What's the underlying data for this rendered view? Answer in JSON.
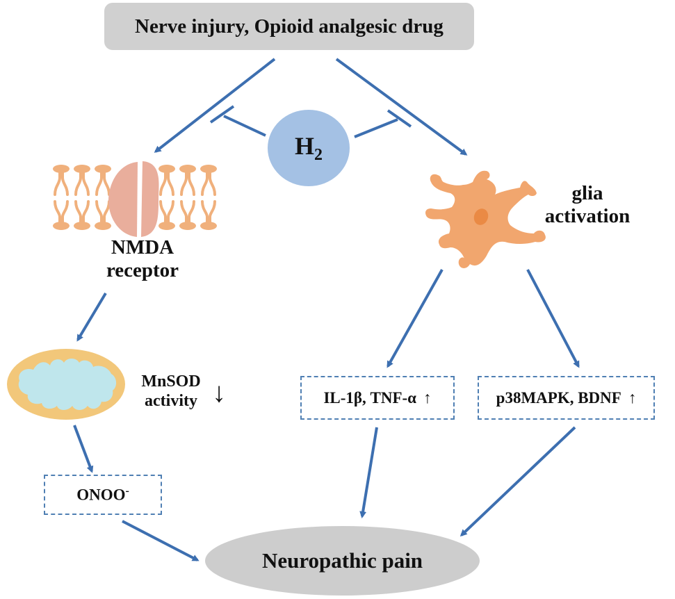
{
  "title": "H2 mechanism in neuropathic pain",
  "nodes": {
    "cause": {
      "label": "Nerve injury, Opioid analgesic drug"
    },
    "h2": {
      "label": "H",
      "subscript": "2"
    },
    "nmda": {
      "label_line1": "NMDA",
      "label_line2": "receptor"
    },
    "glia": {
      "label_line1": "glia",
      "label_line2": "activation"
    },
    "mnsod": {
      "label_line1": "MnSOD",
      "label_line2": "activity",
      "trend": "↓"
    },
    "cytokines": {
      "label": "IL-1β, TNF-α",
      "trend": "↑"
    },
    "p38": {
      "label": "p38MAPK, BDNF",
      "trend": "↑"
    },
    "onoo": {
      "label": "ONOO",
      "superscript": "-"
    },
    "outcome": {
      "label": "Neuropathic pain"
    }
  },
  "edges": [
    {
      "from": "cause",
      "to": "nmda",
      "type": "activates"
    },
    {
      "from": "cause",
      "to": "glia",
      "type": "activates"
    },
    {
      "from": "h2",
      "to": "cause-nmda",
      "type": "inhibits"
    },
    {
      "from": "h2",
      "to": "cause-glia",
      "type": "inhibits"
    },
    {
      "from": "nmda",
      "to": "mnsod",
      "type": "activates"
    },
    {
      "from": "mnsod",
      "to": "onoo",
      "type": "activates"
    },
    {
      "from": "glia",
      "to": "cytokines",
      "type": "activates"
    },
    {
      "from": "glia",
      "to": "p38",
      "type": "activates"
    },
    {
      "from": "onoo",
      "to": "outcome",
      "type": "activates"
    },
    {
      "from": "cytokines",
      "to": "outcome",
      "type": "activates"
    },
    {
      "from": "p38",
      "to": "outcome",
      "type": "activates"
    }
  ],
  "colors": {
    "arrow": "#3d6fb0",
    "top_box": "#d0d0d0",
    "h2_circle": "#a4c1e4",
    "membrane": "#f0b07c",
    "channel": "#e9ae9c",
    "glia_cell": "#f1a66e",
    "glia_nucleus": "#ea8a45",
    "mito_outer": "#f2c77a",
    "mito_inner": "#bfe6ec",
    "dashed_border": "#4f7fb3",
    "outcome_ellipse": "#cdcdcd"
  }
}
